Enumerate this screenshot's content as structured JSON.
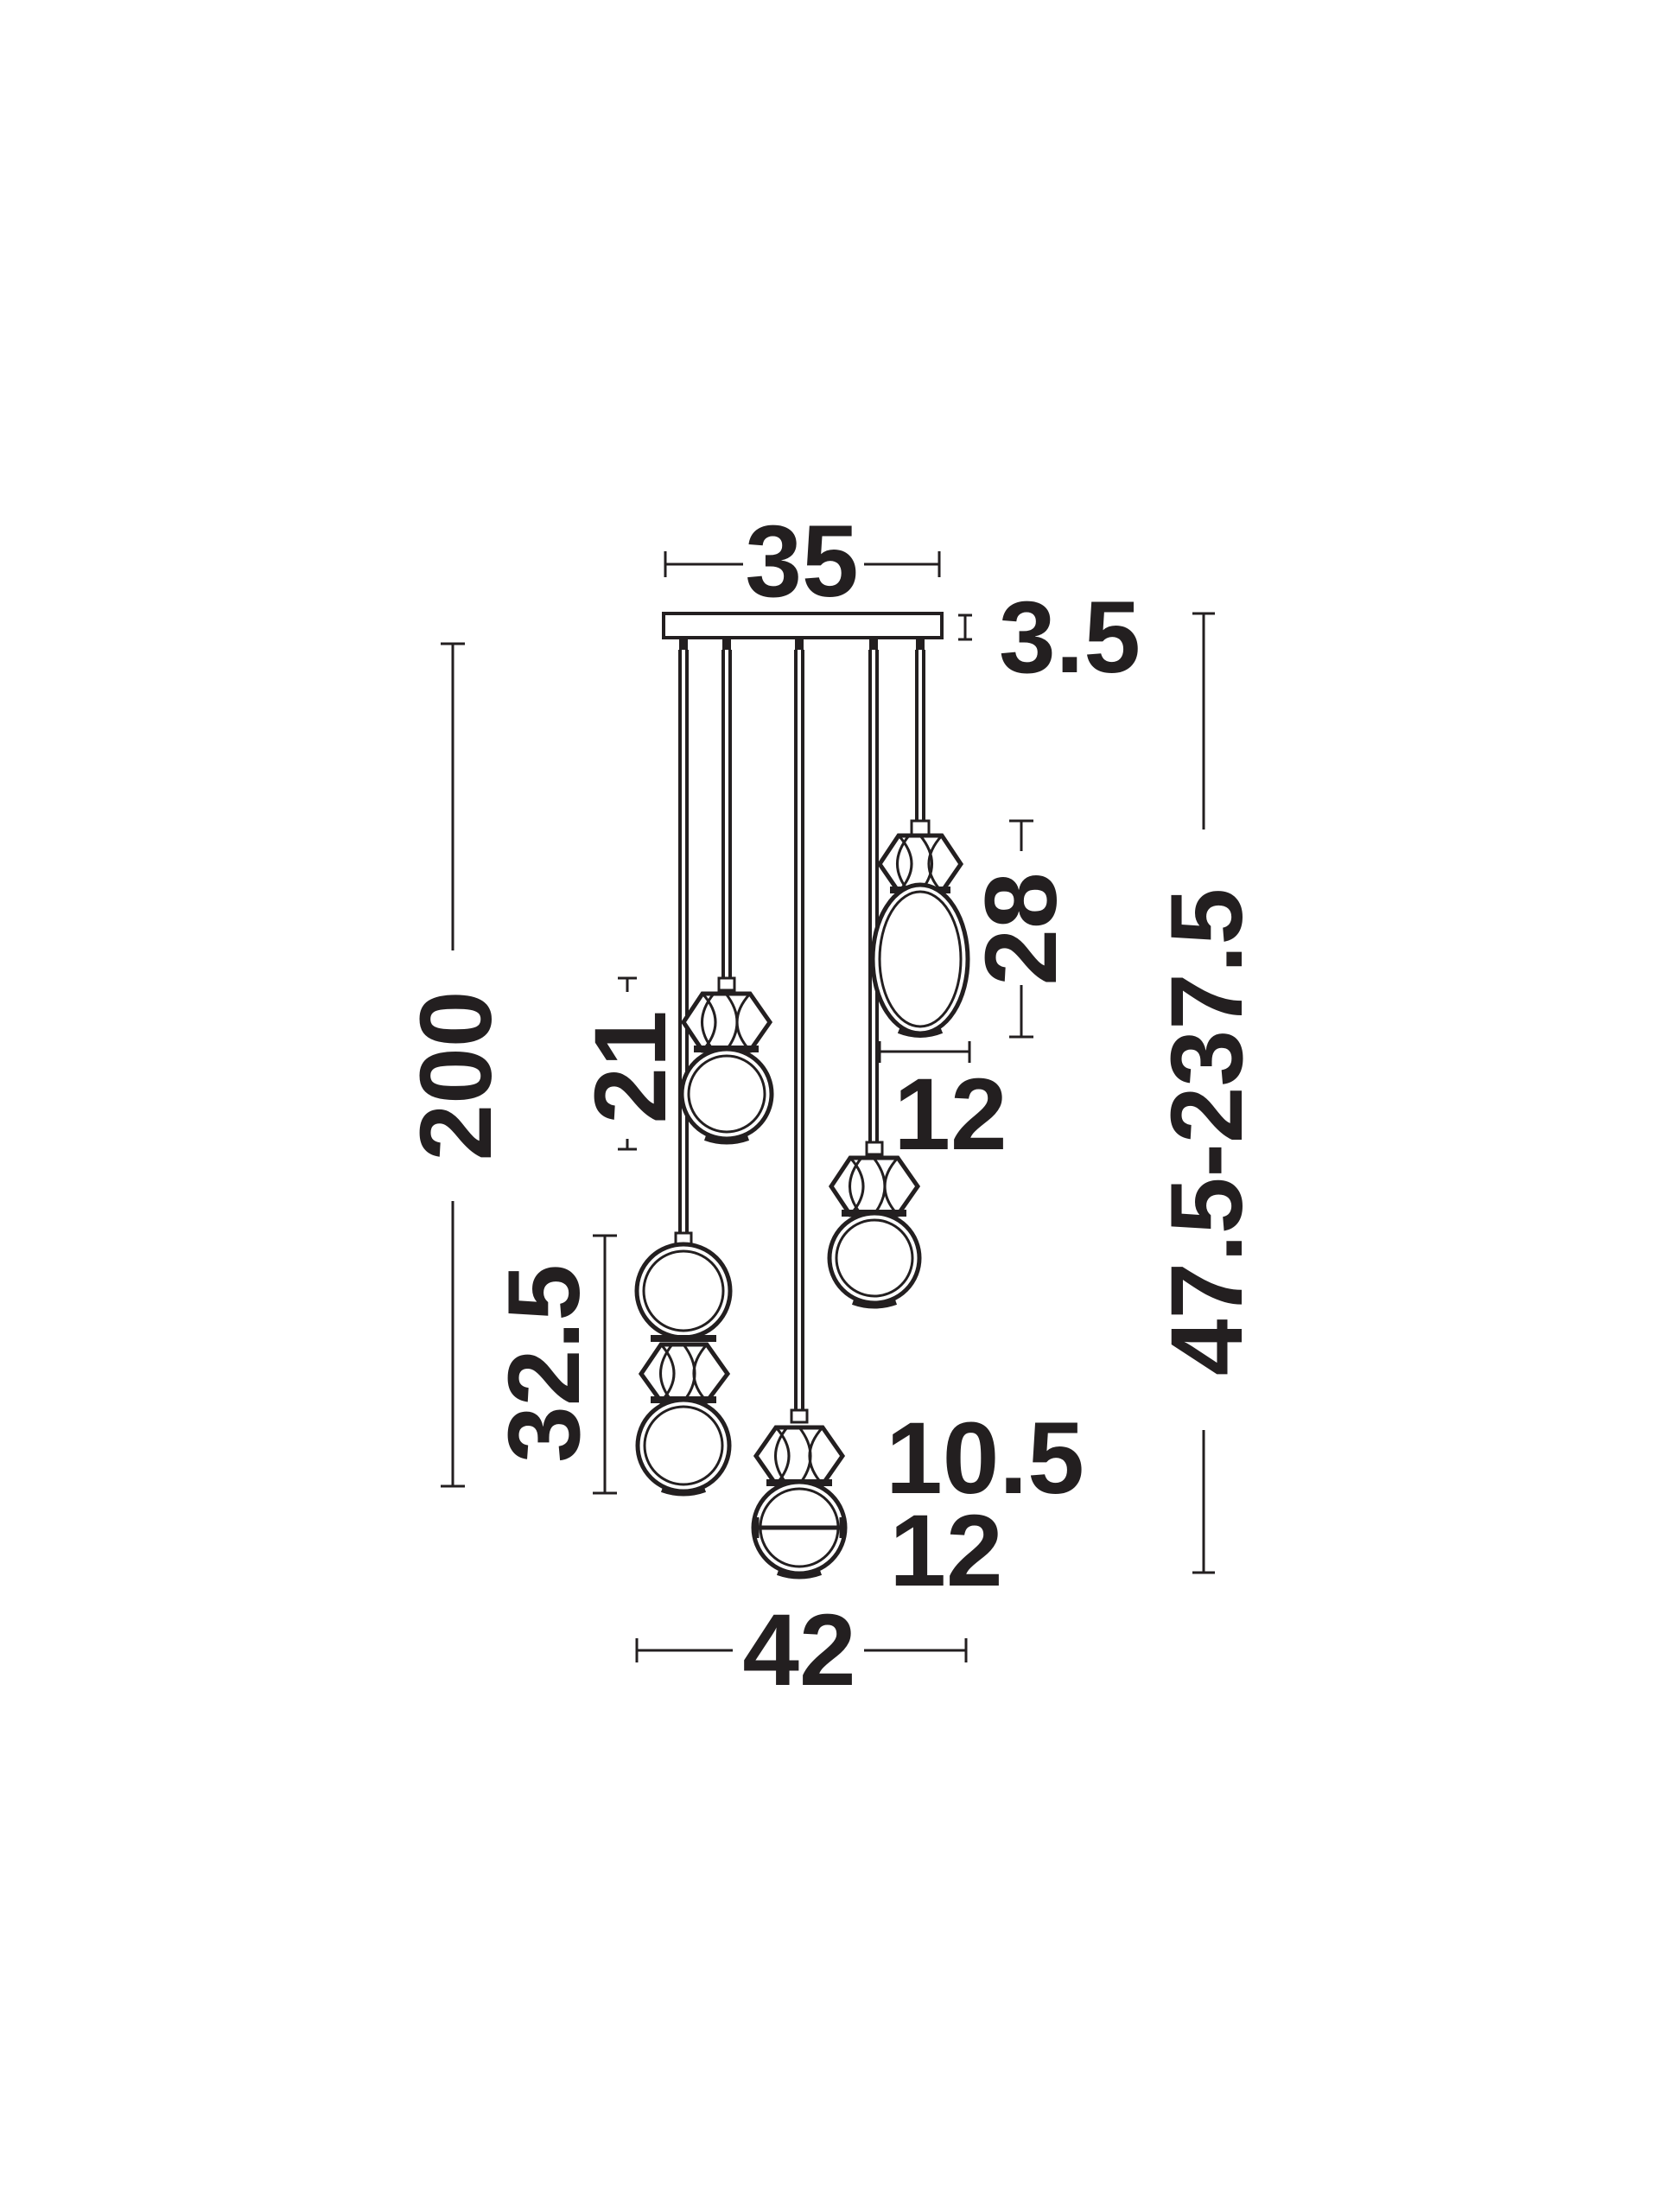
{
  "diagram": {
    "labels": {
      "canopy_width": "35",
      "canopy_height": "3.5",
      "cable_length": "200",
      "total_height": "47.5-237.5",
      "oval_height": "28",
      "oval_diameter": "12",
      "small_pendant_height": "21",
      "double_globe_height": "32.5",
      "bottom_pendant_height": "10.5",
      "bottom_pendant_diameter": "12",
      "overall_width": "42"
    },
    "colors": {
      "line": "#231f20",
      "background": "#ffffff"
    }
  }
}
